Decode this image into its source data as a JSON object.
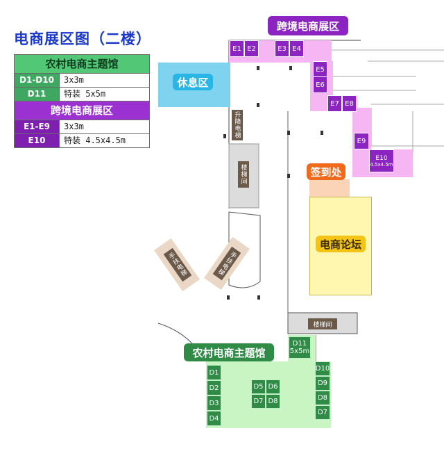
{
  "title": "电商展区图（二楼）",
  "legend": {
    "rural": {
      "heading": "农村电商主题馆",
      "rows": [
        {
          "key": "D1-D10",
          "value": "3x3m"
        },
        {
          "key": "D11",
          "value": "特装 5x5m"
        }
      ]
    },
    "cross": {
      "heading": "跨境电商展区",
      "rows": [
        {
          "key": "E1-E9",
          "value": "3x3m"
        },
        {
          "key": "E10",
          "value": "特装 4.5x4.5m"
        }
      ]
    }
  },
  "zones": {
    "cross_border": "跨境电商展区",
    "rest": "休息区",
    "signin": "签到处",
    "forum": "电商论坛",
    "rural": "农村电商主题馆"
  },
  "facilities": {
    "elevator": "升降电梯",
    "stairs_1": "楼梯间",
    "stairs_2": "楼梯间",
    "escalator_1": "手扶电梯",
    "escalator_2": "手扶电梯"
  },
  "booths_e": {
    "e1": "E1",
    "e2": "E2",
    "e3": "E3",
    "e4": "E4",
    "e5": "E5",
    "e6": "E6",
    "e7": "E7",
    "e8": "E8",
    "e9": "E9",
    "e10": "E10",
    "e10_size": "4.5x4.5m"
  },
  "booths_d": {
    "d1": "D1",
    "d2": "D2",
    "d3": "D3",
    "d4": "D4",
    "d5": "D5",
    "d6": "D6",
    "d7": "D7",
    "d8": "D8",
    "d9": "D9",
    "d10": "D10",
    "d11": "D11",
    "d11_size": "5x5m"
  },
  "colors": {
    "cross_zone": "#f6b6f3",
    "booth_purple": "#8b24c0",
    "rest": "#7fd3ee",
    "signin": "#f06a1c",
    "forum_area": "#fff7b0",
    "forum_callout": "#f3c316",
    "rural_area": "#c9f5c2",
    "rural_callout": "#2f8b45",
    "title": "#1a39c8"
  }
}
